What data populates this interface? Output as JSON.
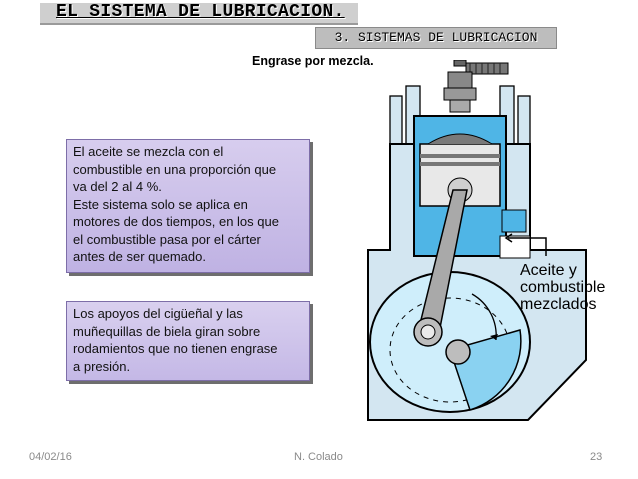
{
  "header": {
    "title": "EL SISTEMA DE LUBRICACION.",
    "section": "3. SISTEMAS DE LUBRICACION"
  },
  "slide": {
    "heading": "Engrase por mezcla.",
    "box1_lines": [
      "El aceite se mezcla con el",
      "combustible en una proporción que",
      "va del 2 al 4 %.",
      "Este sistema solo se aplica en",
      "motores de dos tiempos, en los que",
      "el combustible pasa por el cárter",
      "antes de ser quemado."
    ],
    "box2_lines": [
      "Los apoyos del cigüeñal y las",
      "muñequillas de biela giran sobre",
      "rodamientos que no tienen engrase",
      "a presión."
    ],
    "diagram_label_lines": [
      "Aceite y",
      "combustible",
      "mezclados"
    ]
  },
  "footer": {
    "date": "04/02/16",
    "author": "N. Colado",
    "page": "23"
  },
  "colors": {
    "box_fill": "#c9bde8",
    "engine_blue": "#4fb5e6",
    "engine_light": "#cfeefb"
  }
}
